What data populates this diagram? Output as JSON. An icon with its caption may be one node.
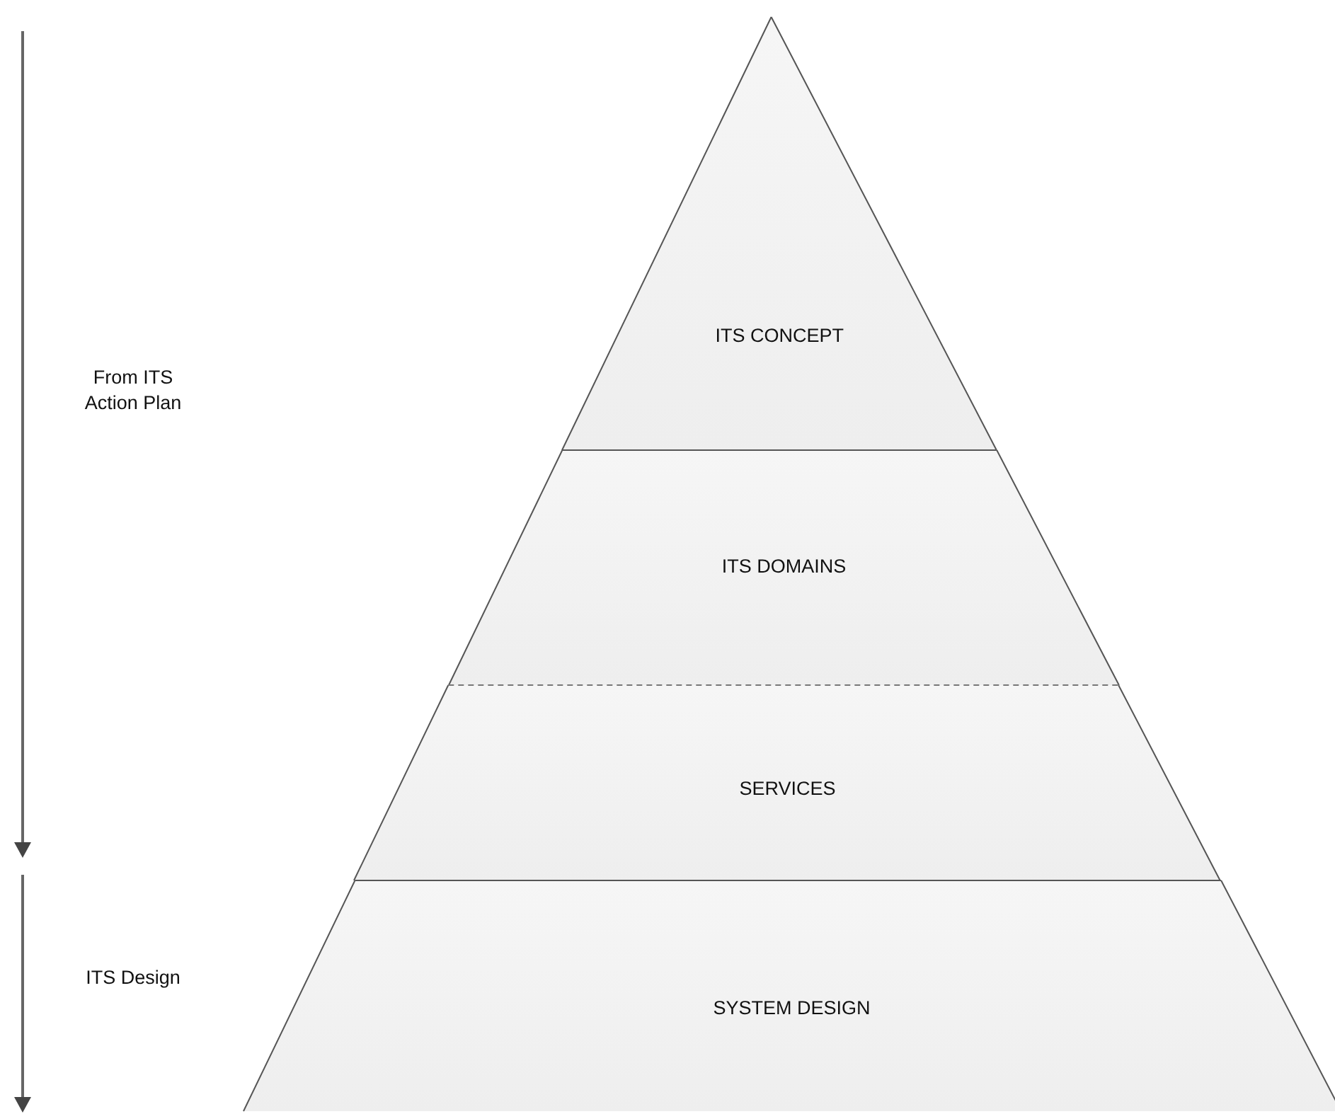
{
  "diagram": {
    "nodes": [
      {
        "text": [
          "ITS CONCEPT"
        ]
      },
      {
        "text": [
          "ITS DOMAINS"
        ]
      },
      {
        "text": [
          "SERVICES"
        ]
      },
      {
        "text": [
          "SYSTEM DESIGN"
        ]
      }
    ],
    "labels": [
      "From ITS Action Plan",
      "ITS Design"
    ]
  }
}
